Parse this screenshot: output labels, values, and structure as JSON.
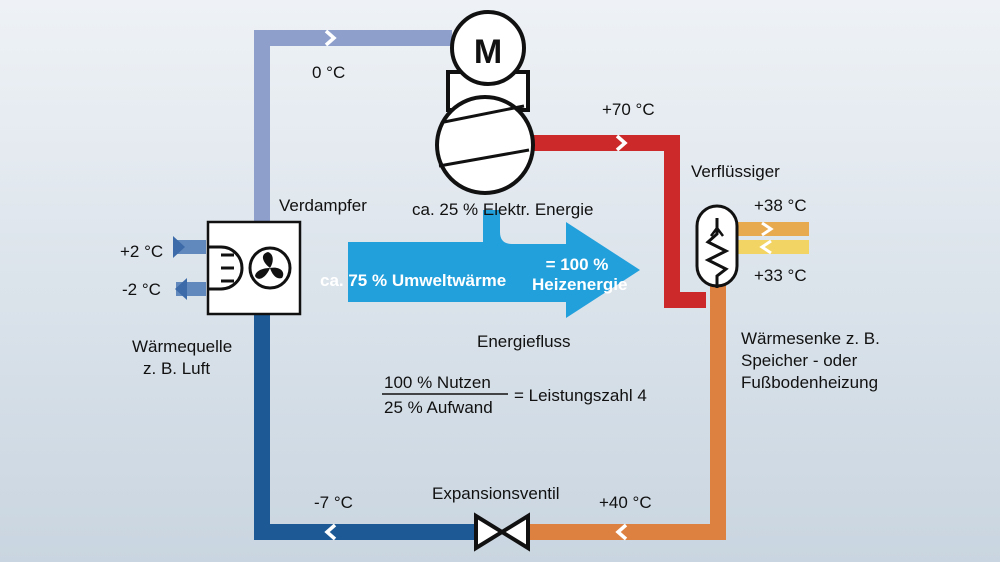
{
  "colors": {
    "background_top": "#eef2f6",
    "background_bottom": "#c9d5e0",
    "cold_light": "#8e9fcc",
    "cold_dark": "#1d5a95",
    "hot": "#cc2a2a",
    "warm": "#dd8140",
    "energy_arrow": "#22a0dc",
    "sink_warm": "#e8aa4e",
    "sink_cool": "#f2d464"
  },
  "icons": {
    "motor": "motor-symbol-icon",
    "compressor": "compressor-symbol-icon",
    "evaporator": "evaporator-fan-icon",
    "condenser": "condenser-coil-icon",
    "valve": "expansion-valve-icon"
  },
  "labels": {
    "temp_0": "0 °C",
    "temp_70": "+70 °C",
    "condenser": "Verflüssiger",
    "evaporator": "Verdampfer",
    "electric_energy": "ca. 25 % Elektr. Energie",
    "ambient_heat": "ca. 75 % Umweltwärme",
    "heat_energy_line1": "= 100 %",
    "heat_energy_line2": "Heizenergie",
    "temp_plus2": "+2 °C",
    "temp_minus2": "-2 °C",
    "temp_plus38": "+38 °C",
    "temp_plus33": "+33 °C",
    "source_line1": "Wärmequelle",
    "source_line2": "z. B. Luft",
    "energy_flow": "Energiefluss",
    "sink_line1": "Wärmesenke z. B.",
    "sink_line2": "Speicher - oder",
    "sink_line3": "Fußbodenheizung",
    "fraction_numerator": "100 % Nutzen",
    "fraction_denominator": "25 % Aufwand",
    "cop": "= Leistungszahl 4",
    "temp_minus7": "-7 °C",
    "expansion_valve": "Expansionsventil",
    "temp_40": "+40 °C",
    "motor_letter": "M"
  }
}
